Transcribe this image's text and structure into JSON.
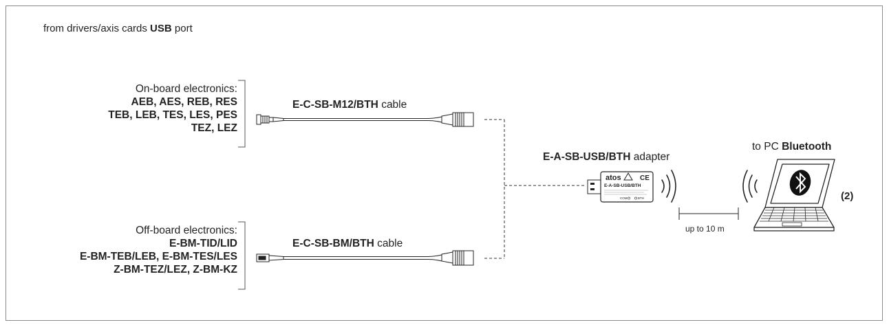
{
  "header": {
    "prefix": "from drivers/axis cards",
    "strong": "USB",
    "suffix": "port"
  },
  "onboard": {
    "heading": "On-board electronics:",
    "lines": [
      "AEB, AES, REB, RES",
      "TEB, LEB, TES, LES, PES",
      "TEZ, LEZ"
    ]
  },
  "offboard": {
    "heading": "Off-board electronics:",
    "lines": [
      "E-BM-TID/LID",
      "E-BM-TEB/LEB, E-BM-TES/LES",
      "Z-BM-TEZ/LEZ, Z-BM-KZ"
    ]
  },
  "cable_top": {
    "code": "E-C-SB-M12/BTH",
    "word": "cable"
  },
  "cable_bottom": {
    "code": "E-C-SB-BM/BTH",
    "word": "cable"
  },
  "adapter": {
    "code": "E-A-SB-USB/BTH",
    "word": "adapter",
    "brand": "atos",
    "ce": "CE",
    "label": "E-A-SB-USB/BTH",
    "led_1": "COM",
    "led_2": "BTH"
  },
  "pc": {
    "prefix": "to PC",
    "strong": "Bluetooth",
    "note": "(2)"
  },
  "distance": "up to 10 m",
  "icons": {
    "bluetooth": "bluetooth-icon",
    "wireless_out": "wireless-waves-icon",
    "wireless_in": "wireless-waves-icon"
  }
}
